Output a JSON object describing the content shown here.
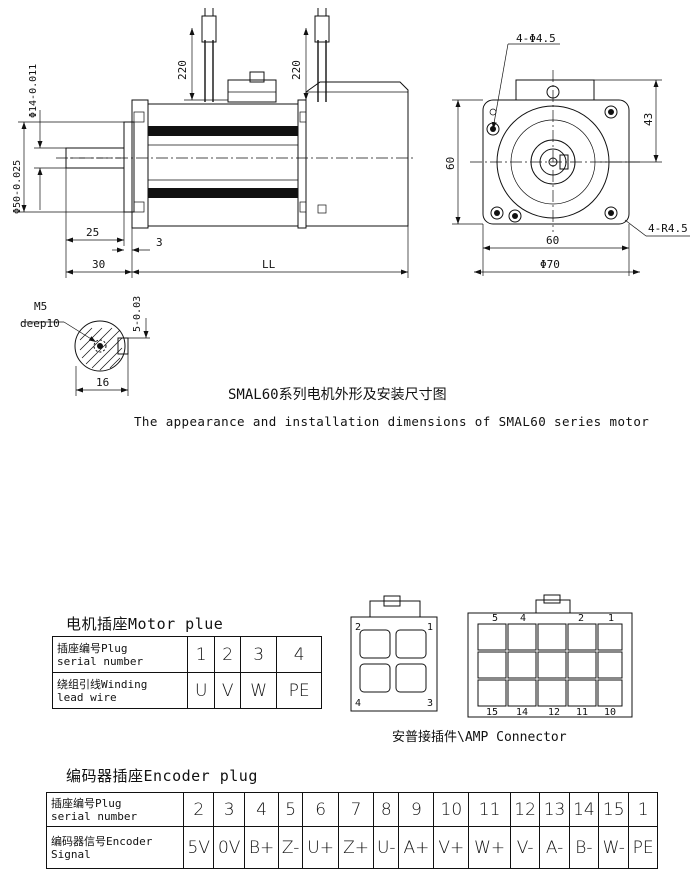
{
  "drawing": {
    "dims_side": {
      "lead_len_1": "220",
      "lead_len_2": "220",
      "shaft_dia": "Φ14-0.011",
      "spigot_dia": "Φ50-0.025",
      "shaft_len": "25",
      "spigot_len": "3",
      "flange_to_end": "30",
      "body_len": "LL"
    },
    "dims_front": {
      "holes": "4-Φ4.5",
      "top_offset": "43",
      "flange_h": "60",
      "pcd_w": "60",
      "pcd_dia": "Φ70",
      "corner_r": "4-R4.5"
    },
    "dims_shaft": {
      "thread": "M5",
      "thread_depth": "deep10",
      "key_h": "5-0.03",
      "shaft_w": "16"
    },
    "caption_cn": "SMAL60系列电机外形及安装尺寸图",
    "caption_en": "The appearance and installation dimensions of  SMAL60 series motor"
  },
  "connectors": {
    "motor_pin_labels": {
      "p2": "2",
      "p1": "1",
      "p4": "4",
      "p3": "3"
    },
    "encoder_pin_labels": {
      "p5": "5",
      "p4": "4",
      "p2": "2",
      "p1": "1",
      "p15": "15",
      "p14": "14",
      "p12": "12",
      "p11": "11",
      "p10": "10"
    },
    "caption": "安普接插件\\AMP Connector"
  },
  "motor_table": {
    "title": "电机插座Motor plue",
    "row1_header": [
      "插座编号Plug",
      "serial number"
    ],
    "row2_header": [
      "绕组引线Winding",
      "lead wire"
    ],
    "plug_numbers": [
      "1",
      "2",
      "3",
      "4"
    ],
    "lead_wires": [
      "U",
      "V",
      "W",
      "PE"
    ]
  },
  "encoder_table": {
    "title": "编码器插座Encoder plug",
    "row1_header": [
      "插座编号Plug",
      "serial number"
    ],
    "row2_header": [
      "编码器信号Encoder",
      "Signal"
    ],
    "plug_numbers": [
      "2",
      "3",
      "4",
      "5",
      "6",
      "7",
      "8",
      "9",
      "10",
      "11",
      "12",
      "13",
      "14",
      "15",
      "1"
    ],
    "signals": [
      "5V",
      "0V",
      "B+",
      "Z-",
      "U+",
      "Z+",
      "U-",
      "A+",
      "V+",
      "W+",
      "V-",
      "A-",
      "B-",
      "W-",
      "PE"
    ]
  }
}
